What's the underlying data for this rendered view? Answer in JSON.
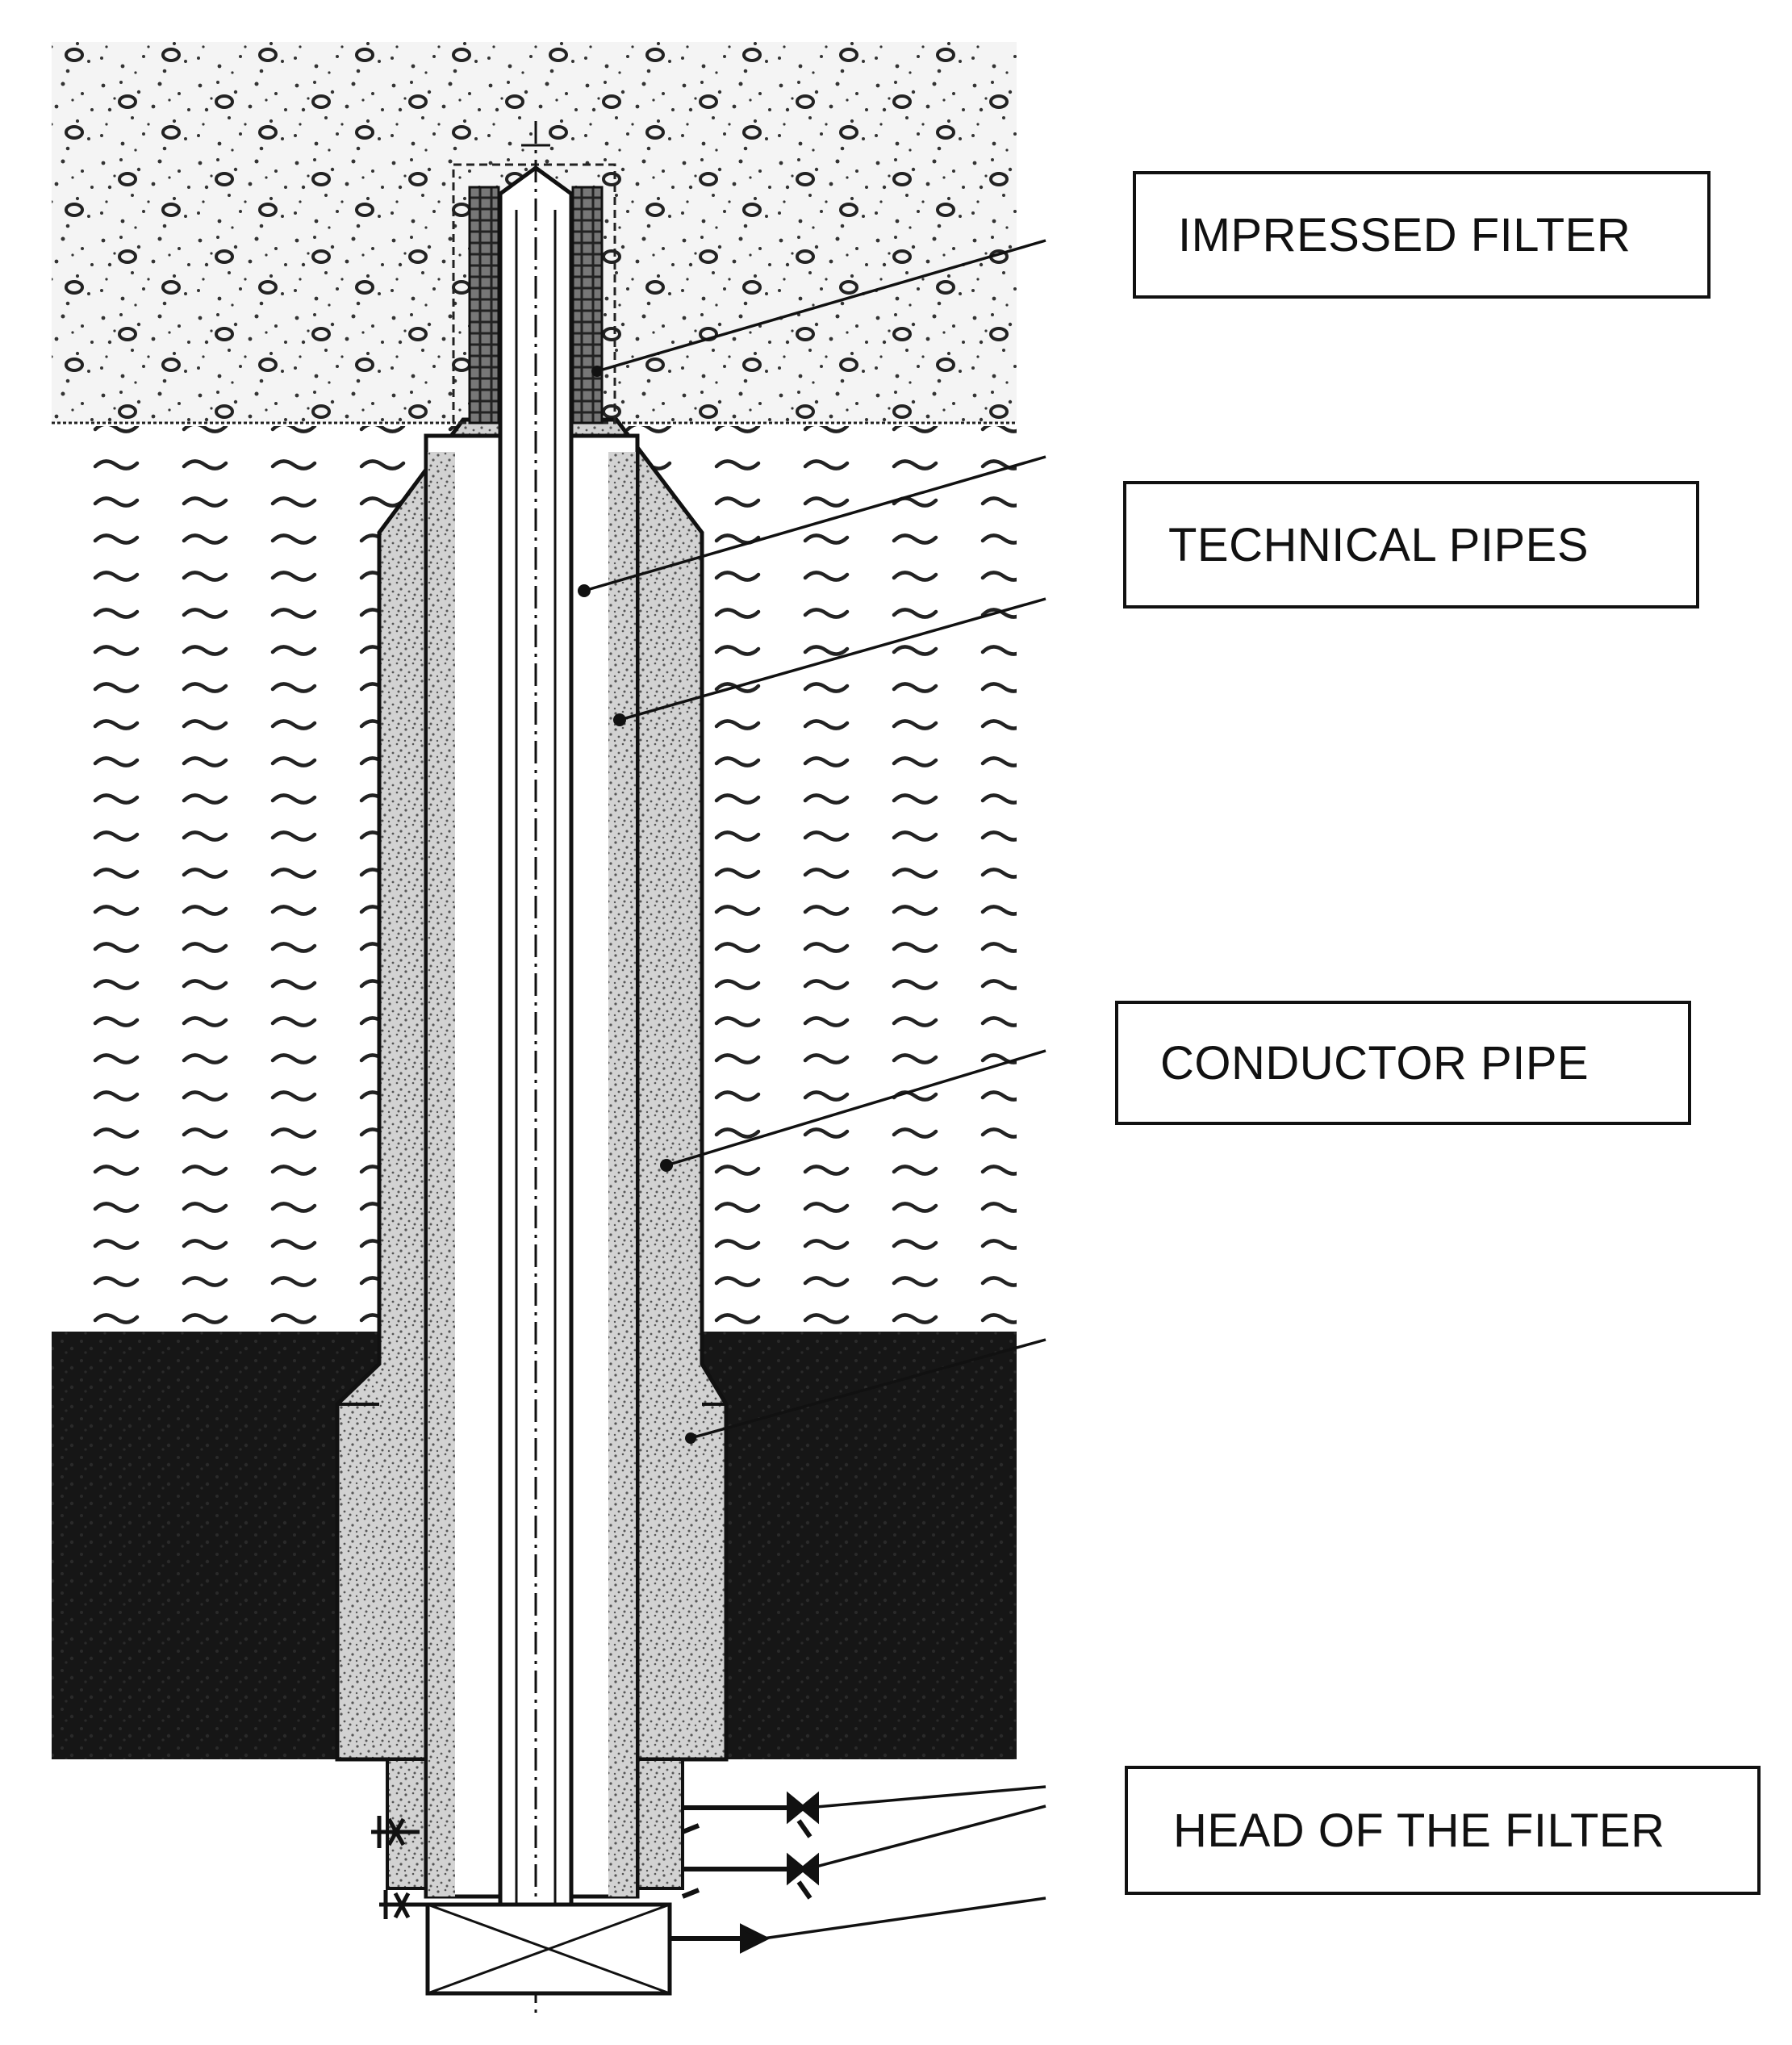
{
  "labels": {
    "impressed_filter": "IMPRESSED FILTER",
    "technical_pipes": "TECHNICAL PIPES",
    "conductor_pipe": "CONDUCTOR PIPE",
    "head_of_filter": "HEAD OF THE FILTER"
  },
  "layers": [
    "gravel",
    "clay",
    "rock"
  ],
  "colors": {
    "ink": "#111111",
    "background": "#ffffff",
    "rock": "#161616"
  }
}
